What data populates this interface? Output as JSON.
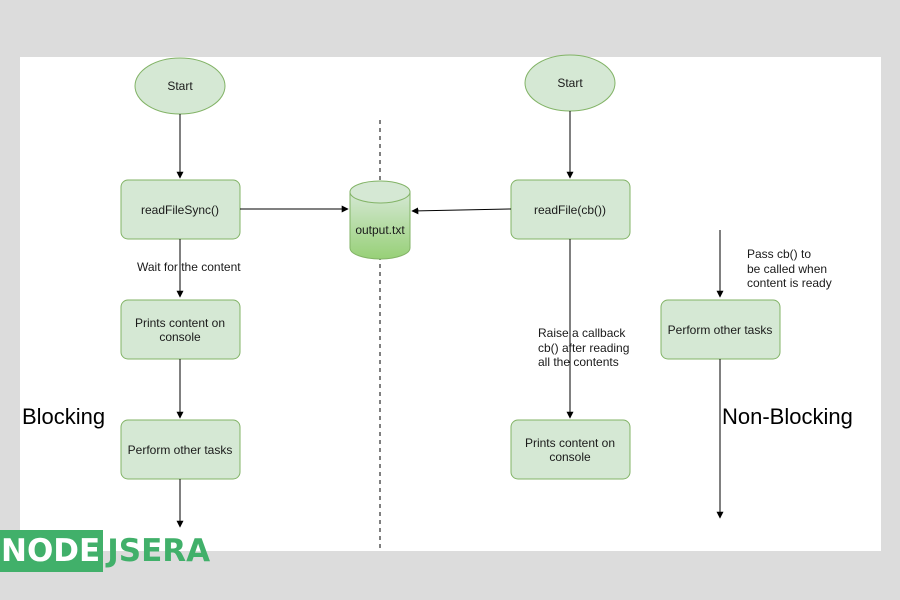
{
  "diagram": {
    "left": {
      "start": "Start",
      "step1": "readFileSync()",
      "note": "Wait for the content",
      "step2": [
        "Prints content on",
        "console"
      ],
      "step3": "Perform other tasks",
      "label": "Blocking"
    },
    "center": {
      "file": "output.txt"
    },
    "right": {
      "start": "Start",
      "step1": "readFile(cb())",
      "note": [
        "Raise a callback",
        "cb() after reading",
        "all the contents"
      ],
      "step2": [
        "Prints content on",
        "console"
      ],
      "side_note": [
        "Pass cb() to",
        "be called when",
        "content is ready"
      ],
      "side_step": "Perform other tasks",
      "label": "Non-Blocking"
    }
  },
  "watermark": {
    "part1": "NODE",
    "part2": "JSERA"
  },
  "colors": {
    "node_fill": "#d5e8d4",
    "node_stroke": "#82b366",
    "brand": "#41b06a"
  }
}
